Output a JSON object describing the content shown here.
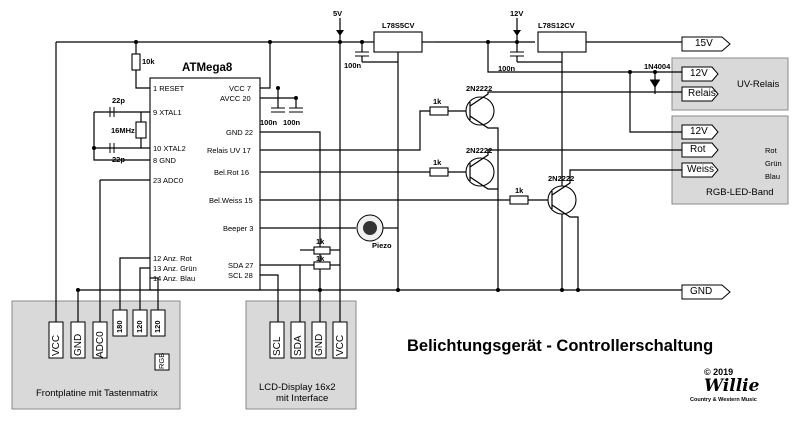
{
  "title": "Belichtungsgerät -  Controllerschaltung",
  "copyright": "© 2019",
  "brand": "Willie",
  "brand_sub": "Country & Western Music",
  "mcu": {
    "name": "ATMega8",
    "pins_left": [
      "1 RESET",
      "9 XTAL1",
      "10 XTAL2",
      "8 GND",
      "23 ADC0",
      "12 Anz. Rot",
      "13 Anz. Grün",
      "14 Anz. Blau"
    ],
    "pins_right": [
      "VCC 7",
      "AVCC 20",
      "GND 22",
      "Relais UV 17",
      "Bel.Rot 16",
      "Bel.Weiss 15",
      "Beeper 3",
      "SDA 27",
      "SCL 28"
    ]
  },
  "components": {
    "r_reset": "10k",
    "c_xtal1": "22p",
    "c_xtal2": "22p",
    "crystal": "16MHz",
    "c_vcc": "100n",
    "c_avcc": "100n",
    "r_relais": "1k",
    "r_rot": "1k",
    "r_weiss": "1k",
    "r_sda": "1k",
    "r_scl": "1k",
    "t_relais": "2N2222",
    "t_rot": "2N2222",
    "t_weiss": "2N2222",
    "reg5": "L78S5CV",
    "reg12": "L78S12CV",
    "c_reg5": "100n",
    "c_reg12": "100n",
    "diode": "1N4004",
    "piezo": "Piezo",
    "v5": "5V",
    "v12": "12V"
  },
  "rails": {
    "v15": "15V",
    "gnd": "GND"
  },
  "uv_relais": {
    "label": "UV-Relais",
    "in_12v": "12V",
    "in_relais": "Relais"
  },
  "rgb_band": {
    "label": "RGB-LED-Band",
    "in_12v": "12V",
    "in_rot": "Rot",
    "in_weiss": "Weiss",
    "led_rot": "Rot",
    "led_gruen": "Grün",
    "led_blau": "Blau"
  },
  "front": {
    "label": "Frontplatine mit Tastenmatrix",
    "pins": [
      "VCC",
      "GND",
      "ADC0"
    ],
    "resistors": [
      "180",
      "120",
      "120"
    ],
    "rgb": "RGB"
  },
  "lcd": {
    "label_line1": "LCD-Display 16x2",
    "label_line2": "mit Interface",
    "pins": [
      "SCL",
      "SDA",
      "GND",
      "VCC"
    ]
  }
}
